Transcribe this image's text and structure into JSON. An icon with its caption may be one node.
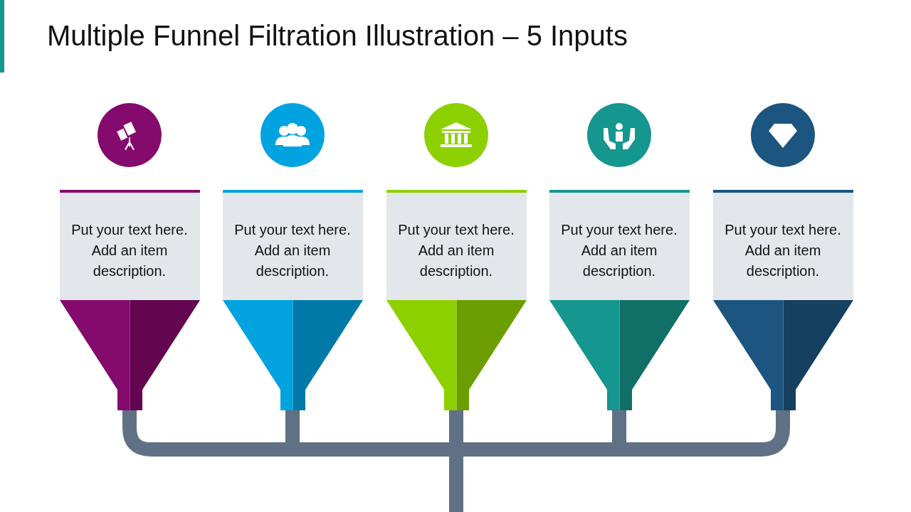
{
  "diagram": {
    "title": "Multiple Funnel Filtration Illustration – 5 Inputs",
    "nodes": [
      {
        "text": [
          "Put your text here. Add an item description."
        ]
      },
      {
        "text": [
          "Put your text here. Add an item description."
        ]
      },
      {
        "text": [
          "Put your text here. Add an item description."
        ]
      },
      {
        "text": [
          "Put your text here. Add an item description."
        ]
      },
      {
        "text": [
          "Put your text here. Add an item description."
        ]
      }
    ],
    "edges": [
      {
        "from": 0,
        "to": null,
        "arrow": "none"
      },
      {
        "from": 1,
        "to": null,
        "arrow": "none"
      },
      {
        "from": 2,
        "to": null,
        "arrow": "none"
      },
      {
        "from": 3,
        "to": null,
        "arrow": "none"
      },
      {
        "from": 4,
        "to": null,
        "arrow": "none"
      }
    ]
  }
}
